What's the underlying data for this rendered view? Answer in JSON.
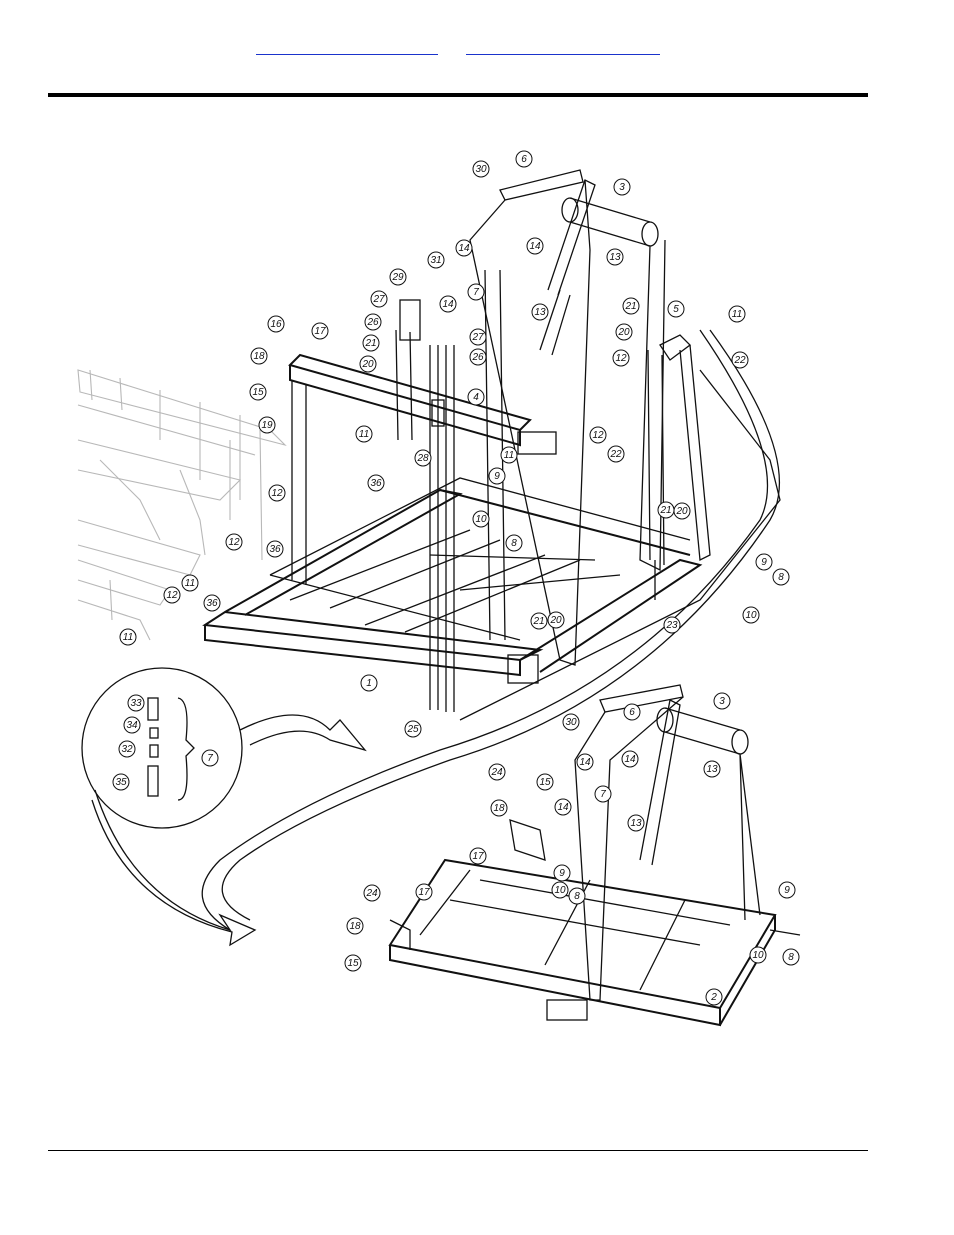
{
  "header": {
    "links": [
      {
        "label": ""
      },
      {
        "label": ""
      }
    ]
  },
  "figure": {
    "upper_callouts": [
      {
        "n": "30"
      },
      {
        "n": "6"
      },
      {
        "n": "3"
      },
      {
        "n": "14"
      },
      {
        "n": "14"
      },
      {
        "n": "13"
      },
      {
        "n": "31"
      },
      {
        "n": "29"
      },
      {
        "n": "7"
      },
      {
        "n": "27"
      },
      {
        "n": "14"
      },
      {
        "n": "13"
      },
      {
        "n": "16"
      },
      {
        "n": "17"
      },
      {
        "n": "26"
      },
      {
        "n": "27"
      },
      {
        "n": "21"
      },
      {
        "n": "5"
      },
      {
        "n": "11"
      },
      {
        "n": "20"
      },
      {
        "n": "18"
      },
      {
        "n": "21"
      },
      {
        "n": "26"
      },
      {
        "n": "20"
      },
      {
        "n": "12"
      },
      {
        "n": "22"
      },
      {
        "n": "15"
      },
      {
        "n": "4"
      },
      {
        "n": "19"
      },
      {
        "n": "11"
      },
      {
        "n": "12"
      },
      {
        "n": "28"
      },
      {
        "n": "11"
      },
      {
        "n": "22"
      },
      {
        "n": "9"
      },
      {
        "n": "36"
      },
      {
        "n": "12"
      },
      {
        "n": "10"
      },
      {
        "n": "21"
      },
      {
        "n": "20"
      },
      {
        "n": "8"
      },
      {
        "n": "12"
      },
      {
        "n": "36"
      },
      {
        "n": "9"
      },
      {
        "n": "11"
      },
      {
        "n": "8"
      },
      {
        "n": "12"
      },
      {
        "n": "36"
      },
      {
        "n": "10"
      },
      {
        "n": "21"
      },
      {
        "n": "20"
      },
      {
        "n": "23"
      },
      {
        "n": "11"
      },
      {
        "n": "1"
      },
      {
        "n": "25"
      }
    ],
    "detail_callouts": [
      {
        "n": "33"
      },
      {
        "n": "34"
      },
      {
        "n": "32"
      },
      {
        "n": "7"
      },
      {
        "n": "35"
      }
    ],
    "lower_callouts": [
      {
        "n": "3"
      },
      {
        "n": "30"
      },
      {
        "n": "6"
      },
      {
        "n": "14"
      },
      {
        "n": "14"
      },
      {
        "n": "13"
      },
      {
        "n": "24"
      },
      {
        "n": "15"
      },
      {
        "n": "7"
      },
      {
        "n": "18"
      },
      {
        "n": "14"
      },
      {
        "n": "13"
      },
      {
        "n": "17"
      },
      {
        "n": "9"
      },
      {
        "n": "8"
      },
      {
        "n": "10"
      },
      {
        "n": "24"
      },
      {
        "n": "17"
      },
      {
        "n": "9"
      },
      {
        "n": "18"
      },
      {
        "n": "10"
      },
      {
        "n": "8"
      },
      {
        "n": "15"
      },
      {
        "n": "2"
      }
    ]
  }
}
